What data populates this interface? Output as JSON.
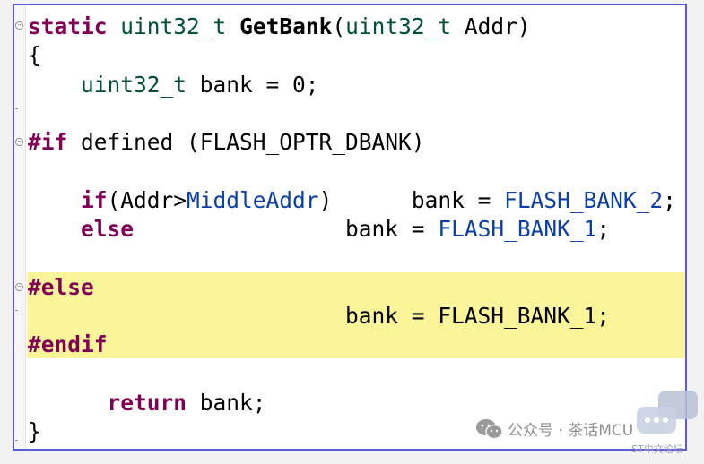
{
  "code": {
    "l1": {
      "kw": "static",
      "type": "uint32_t",
      "fn": "GetBank",
      "open": "(",
      "ptype": "uint32_t",
      "param": "Addr)"
    },
    "l2": "{",
    "l3": {
      "type": "uint32_t",
      "rest": "bank = 0;"
    },
    "l4": {
      "pp": "#if",
      "rest": "defined (FLASH_OPTR_DBANK)"
    },
    "l5": {
      "kw": "if",
      "open": "(Addr>",
      "mac": "MiddleAddr",
      "close": ")",
      "lhs": "bank = ",
      "val": "FLASH_BANK_2",
      "semi": ";"
    },
    "l6": {
      "kw": "else",
      "lhs": "bank = ",
      "val": "FLASH_BANK_1",
      "semi": ";"
    },
    "l7": {
      "pp": "#else"
    },
    "l8": {
      "text": "bank = FLASH_BANK_1;"
    },
    "l9": {
      "pp": "#endif"
    },
    "l10": {
      "kw": "return",
      "rest": "bank;"
    },
    "l11": "}"
  },
  "watermark": {
    "text": "公众号 · 茶话MCU",
    "icon": "wechat-icon"
  },
  "badge": {
    "text": "ST中文论坛",
    "icon": "chat-bubble-icon"
  },
  "colors": {
    "keyword": "#7f0055",
    "type": "#005032",
    "macro": "#0b3fa7",
    "highlight": "#fbf59a",
    "border": "#5b5bd6"
  }
}
